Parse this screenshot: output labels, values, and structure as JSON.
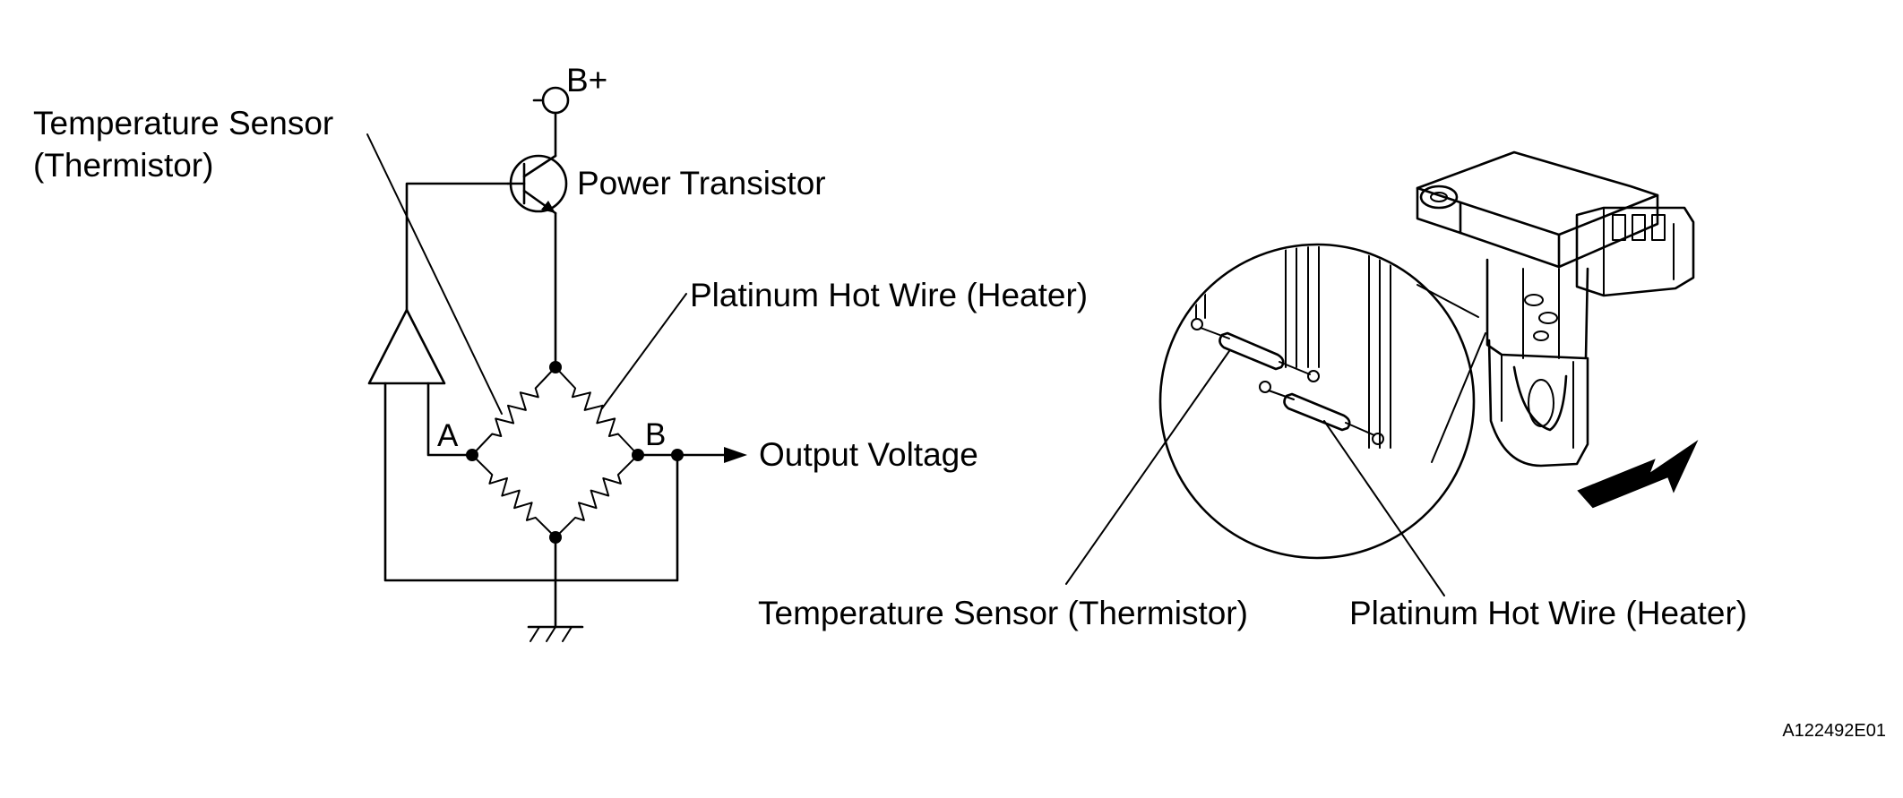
{
  "circuit": {
    "supply_label": "B+",
    "transistor_label": "Power Transistor",
    "thermistor_label_line1": "Temperature Sensor",
    "thermistor_label_line2": "(Thermistor)",
    "heater_label": "Platinum Hot Wire (Heater)",
    "node_a_label": "A",
    "node_b_label": "B",
    "output_label": "Output Voltage"
  },
  "sensor_detail": {
    "thermistor_label": "Temperature Sensor (Thermistor)",
    "heater_label": "Platinum Hot Wire (Heater)"
  },
  "figure_code": "A122492E01"
}
